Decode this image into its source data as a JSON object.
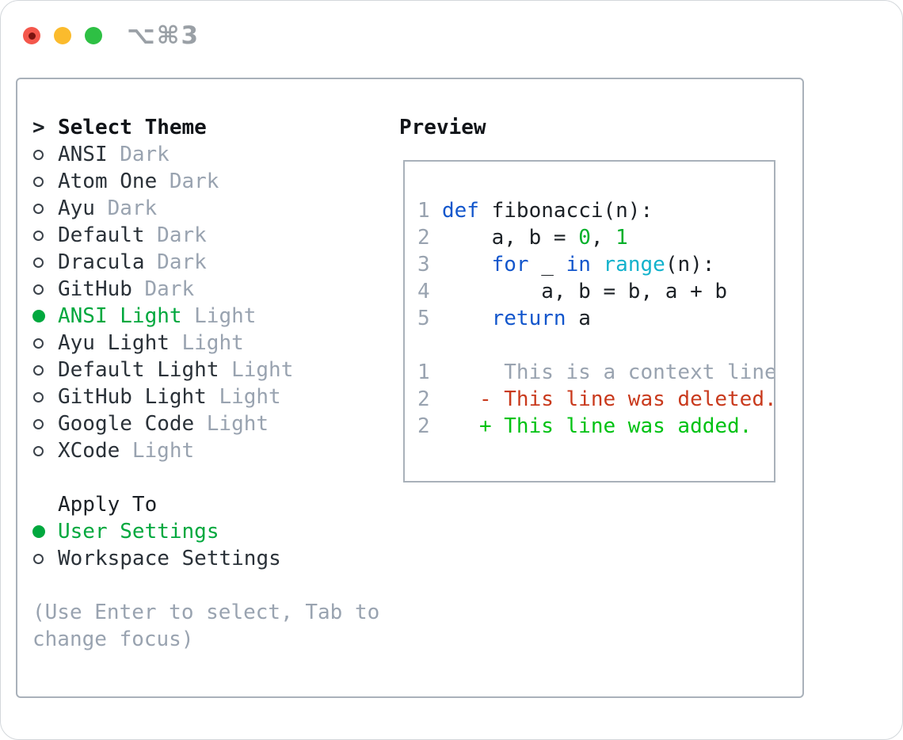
{
  "titlebar": {
    "shortcut": "⌥⌘3"
  },
  "colors": {
    "accent_green": "#00a83e",
    "keyword_blue": "#1256cc",
    "function_cyan": "#12b2cc",
    "number_green": "#00b02a",
    "diff_deleted_red": "#c93a1d",
    "diff_added_green": "#00c213",
    "muted_gray": "#99a3b0",
    "traffic_red": "#f4574c",
    "traffic_yellow": "#fbbb2d",
    "traffic_green": "#2ec044"
  },
  "theme_selector": {
    "cursor": ">",
    "title": "Select Theme",
    "themes": [
      {
        "name": "ANSI",
        "variant": "Dark",
        "selected": false
      },
      {
        "name": "Atom One",
        "variant": "Dark",
        "selected": false
      },
      {
        "name": "Ayu",
        "variant": "Dark",
        "selected": false
      },
      {
        "name": "Default",
        "variant": "Dark",
        "selected": false
      },
      {
        "name": "Dracula",
        "variant": "Dark",
        "selected": false
      },
      {
        "name": "GitHub",
        "variant": "Dark",
        "selected": false
      },
      {
        "name": "ANSI Light",
        "variant": "Light",
        "selected": true
      },
      {
        "name": "Ayu Light",
        "variant": "Light",
        "selected": false
      },
      {
        "name": "Default Light",
        "variant": "Light",
        "selected": false
      },
      {
        "name": "GitHub Light",
        "variant": "Light",
        "selected": false
      },
      {
        "name": "Google Code",
        "variant": "Light",
        "selected": false
      },
      {
        "name": "XCode",
        "variant": "Light",
        "selected": false
      }
    ],
    "apply_to": {
      "title": "Apply To",
      "options": [
        {
          "label": "User Settings",
          "selected": true
        },
        {
          "label": "Workspace Settings",
          "selected": false
        }
      ]
    },
    "help": "(Use Enter to select, Tab to change focus)"
  },
  "preview": {
    "title": "Preview",
    "code_lines": [
      {
        "num": "1",
        "tokens": [
          {
            "t": "def",
            "c": "kw"
          },
          {
            "t": " fibonacci(n):",
            "c": "pl"
          }
        ]
      },
      {
        "num": "2",
        "tokens": [
          {
            "t": "    a, b = ",
            "c": "pl"
          },
          {
            "t": "0",
            "c": "num"
          },
          {
            "t": ", ",
            "c": "pl"
          },
          {
            "t": "1",
            "c": "num"
          }
        ]
      },
      {
        "num": "3",
        "tokens": [
          {
            "t": "    ",
            "c": "pl"
          },
          {
            "t": "for",
            "c": "kw"
          },
          {
            "t": " _ ",
            "c": "pl"
          },
          {
            "t": "in",
            "c": "kw"
          },
          {
            "t": " ",
            "c": "pl"
          },
          {
            "t": "range",
            "c": "fn"
          },
          {
            "t": "(n):",
            "c": "pl"
          }
        ]
      },
      {
        "num": "4",
        "tokens": [
          {
            "t": "        a, b = b, a + b",
            "c": "pl"
          }
        ]
      },
      {
        "num": "5",
        "tokens": [
          {
            "t": "    ",
            "c": "pl"
          },
          {
            "t": "return",
            "c": "kw"
          },
          {
            "t": " a",
            "c": "pl"
          }
        ]
      }
    ],
    "diff_lines": [
      {
        "num": "1",
        "tokens": [
          {
            "t": "     This is a context line.",
            "c": "ctx"
          }
        ]
      },
      {
        "num": "2",
        "tokens": [
          {
            "t": "   - This line was deleted.",
            "c": "del"
          }
        ]
      },
      {
        "num": "2",
        "tokens": [
          {
            "t": "   + This line was added.",
            "c": "add"
          }
        ]
      }
    ]
  }
}
